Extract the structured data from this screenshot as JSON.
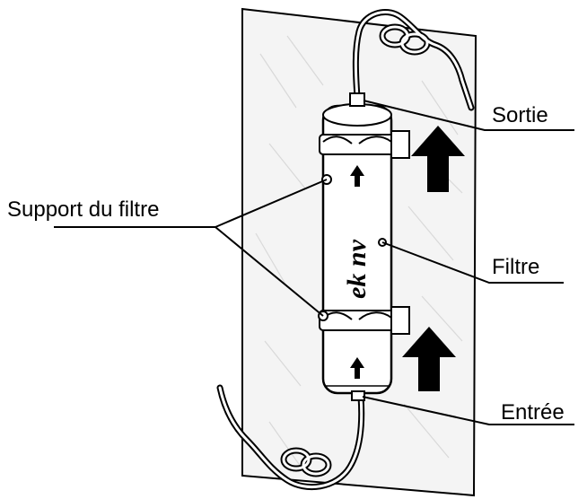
{
  "labels": {
    "outlet": "Sortie",
    "filter_holder": "Support du filtre",
    "filter": "Filtre",
    "inlet": "Entrée"
  },
  "filter_brand": "ek nv",
  "colors": {
    "line": "#000000",
    "panel_fill": "#f4f4f4",
    "panel_texture": "#d9d9d9",
    "background": "#ffffff",
    "arrow": "#000000"
  }
}
